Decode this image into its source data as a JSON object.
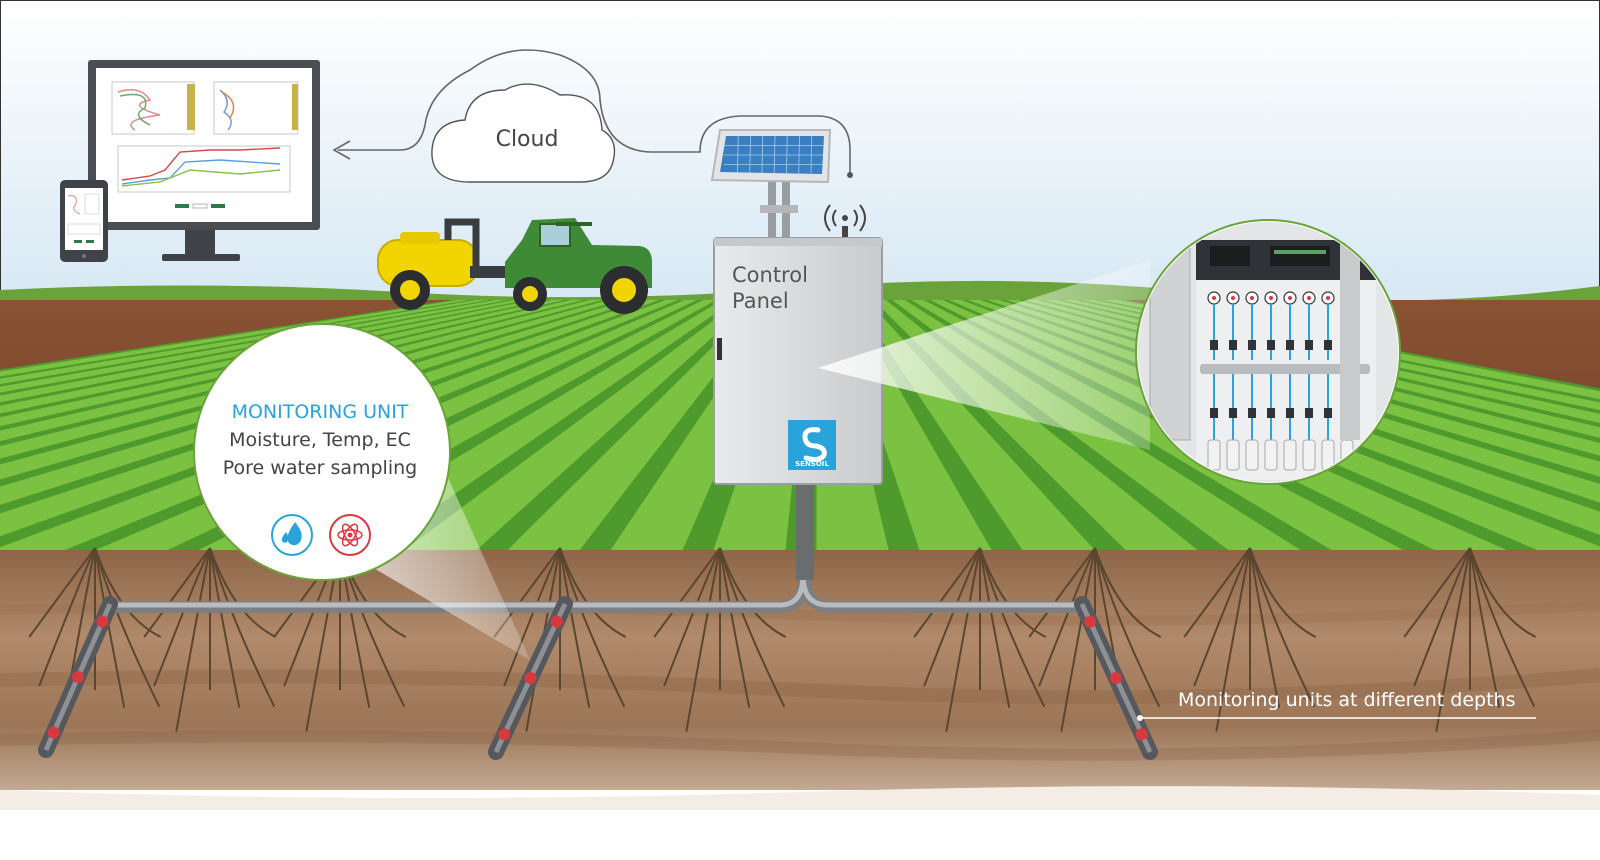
{
  "labels": {
    "cloud": "Cloud",
    "control_panel_line1": "Control",
    "control_panel_line2": "Panel",
    "monitoring_unit_title": "MONITORING UNIT",
    "monitoring_unit_line1": "Moisture, Temp, EC",
    "monitoring_unit_line2": "Pore water sampling",
    "depths_label": "Monitoring units at different depths",
    "brand": "SENSOIL"
  },
  "colors": {
    "sky_top": "#ffffff",
    "sky_bottom": "#d8e9f5",
    "grass": "#6aa33a",
    "crop_light": "#7cc242",
    "crop_dark": "#4e9a2c",
    "soil_top": "#7a4a2e",
    "underground": "#a57f5f",
    "accent_blue": "#2aa3db",
    "accent_red": "#d8393e",
    "tractor_green": "#3e8a36",
    "tank_yellow": "#f1d500",
    "panel_gray": "#dcdedf"
  }
}
